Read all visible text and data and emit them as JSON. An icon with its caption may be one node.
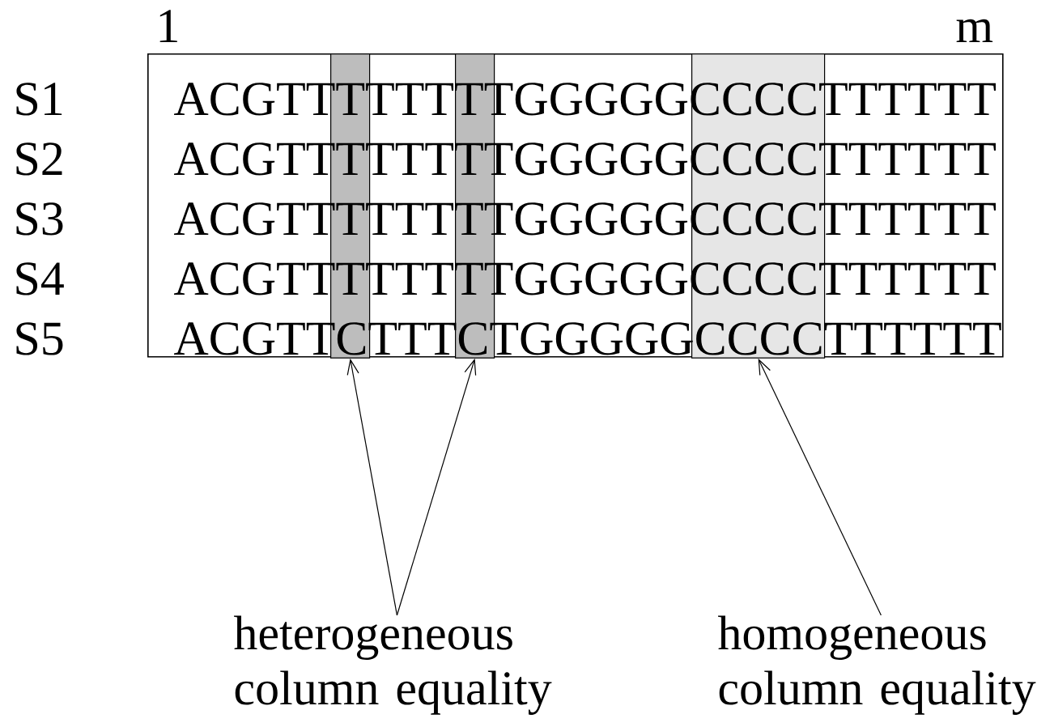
{
  "diagram": {
    "nodes": [
      {
        "text": [
          "ACGTTTTTTTTGGGGGCCCCTTTTTT",
          "ACGTTTTTTTTGGGGGCCCCTTTTTT",
          "ACGTTTTTTTTGGGGGCCCCTTTTTT",
          "ACGTTTTTTTTGGGGGCCCCTTTTTT",
          "ACGTTCTTTCTGGGGGCCCCTTTTTT"
        ]
      },
      {
        "text": [],
        "shape": "box",
        "in": 0
      },
      {
        "text": [],
        "shape": "box",
        "in": 0
      },
      {
        "text": [],
        "shape": "box",
        "in": 0
      },
      {
        "text": [
          "heterogeneous column equality"
        ]
      },
      {
        "text": [
          "homogeneous column equality"
        ]
      }
    ],
    "edges": [
      {
        "from": 4,
        "to": 1,
        "arrow": "to"
      },
      {
        "from": 4,
        "to": 2,
        "arrow": "to"
      },
      {
        "from": 5,
        "to": 3,
        "arrow": "to"
      }
    ],
    "labels": [
      "1",
      "m",
      "S1",
      "S2",
      "S3",
      "S4",
      "S5"
    ]
  }
}
